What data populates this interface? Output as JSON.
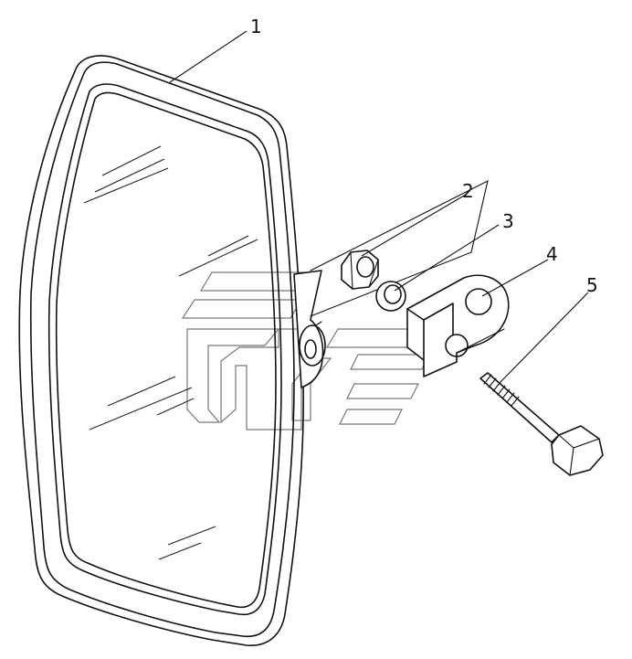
{
  "diagram": {
    "callouts": [
      {
        "id": "1",
        "label": "1"
      },
      {
        "id": "2",
        "label": "2"
      },
      {
        "id": "3",
        "label": "3"
      },
      {
        "id": "4",
        "label": "4"
      },
      {
        "id": "5",
        "label": "5"
      }
    ],
    "colors": {
      "line": "#111111",
      "watermark": "#777777",
      "background": "#ffffff"
    }
  }
}
